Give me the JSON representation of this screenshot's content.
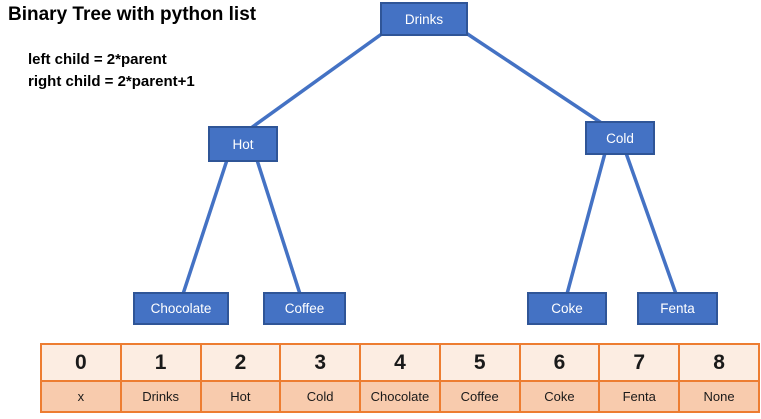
{
  "title": "Binary Tree with python list",
  "formulas": [
    "left child = 2*parent",
    "right child = 2*parent+1"
  ],
  "tree": {
    "nodes": [
      {
        "id": "drinks",
        "label": "Drinks"
      },
      {
        "id": "hot",
        "label": "Hot"
      },
      {
        "id": "cold",
        "label": "Cold"
      },
      {
        "id": "chocolate",
        "label": "Chocolate"
      },
      {
        "id": "coffee",
        "label": "Coffee"
      },
      {
        "id": "coke",
        "label": "Coke"
      },
      {
        "id": "fenta",
        "label": "Fenta"
      }
    ],
    "edges": [
      "Drinks-Hot",
      "Drinks-Cold",
      "Hot-Chocolate",
      "Hot-Coffee",
      "Cold-Coke",
      "Cold-Fenta"
    ]
  },
  "table": {
    "indices": [
      "0",
      "1",
      "2",
      "3",
      "4",
      "5",
      "6",
      "7",
      "8"
    ],
    "values": [
      "x",
      "Drinks",
      "Hot",
      "Cold",
      "Chocolate",
      "Coffee",
      "Coke",
      "Fenta",
      "None"
    ]
  },
  "colors": {
    "node_fill": "#4472C4",
    "node_border": "#2F5597",
    "connector": "#4472C4",
    "table_border": "#ED7D31",
    "index_row_bg": "#FCEDE2",
    "value_row_bg": "#F8CBAD"
  }
}
